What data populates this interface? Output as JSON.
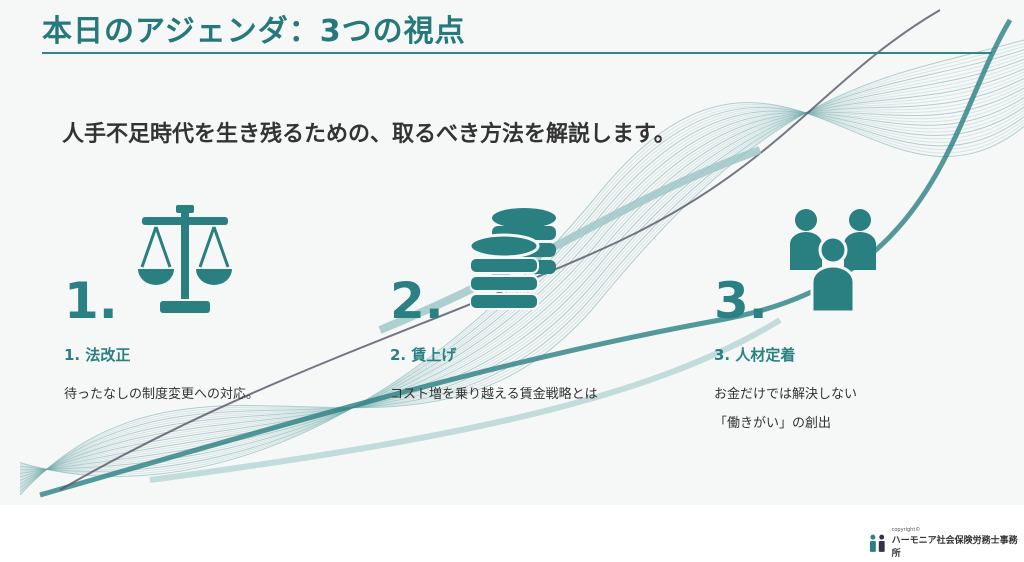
{
  "title": "本日のアジェンダ：3つの視点",
  "subtitle": "人手不足時代を生き残るための、取るべき方法を解説します。",
  "items": [
    {
      "number": "1.",
      "heading": "1. 法改正",
      "desc": [
        "待ったなしの制度変更への対応。"
      ],
      "icon": "scales-icon"
    },
    {
      "number": "2.",
      "heading": "2. 賃上げ",
      "desc": [
        "コスト増を乗り越える賃金戦略とは"
      ],
      "icon": "coins-stack-icon"
    },
    {
      "number": "3.",
      "heading": "3. 人材定着",
      "desc": [
        "お金だけでは解決しない",
        "「働きがい」の創出"
      ],
      "icon": "people-group-icon"
    }
  ],
  "footer": {
    "copyright": "copyright©",
    "firm": "ハーモニア社会保険労務士事務所"
  },
  "colors": {
    "accent": "#2a8082"
  }
}
